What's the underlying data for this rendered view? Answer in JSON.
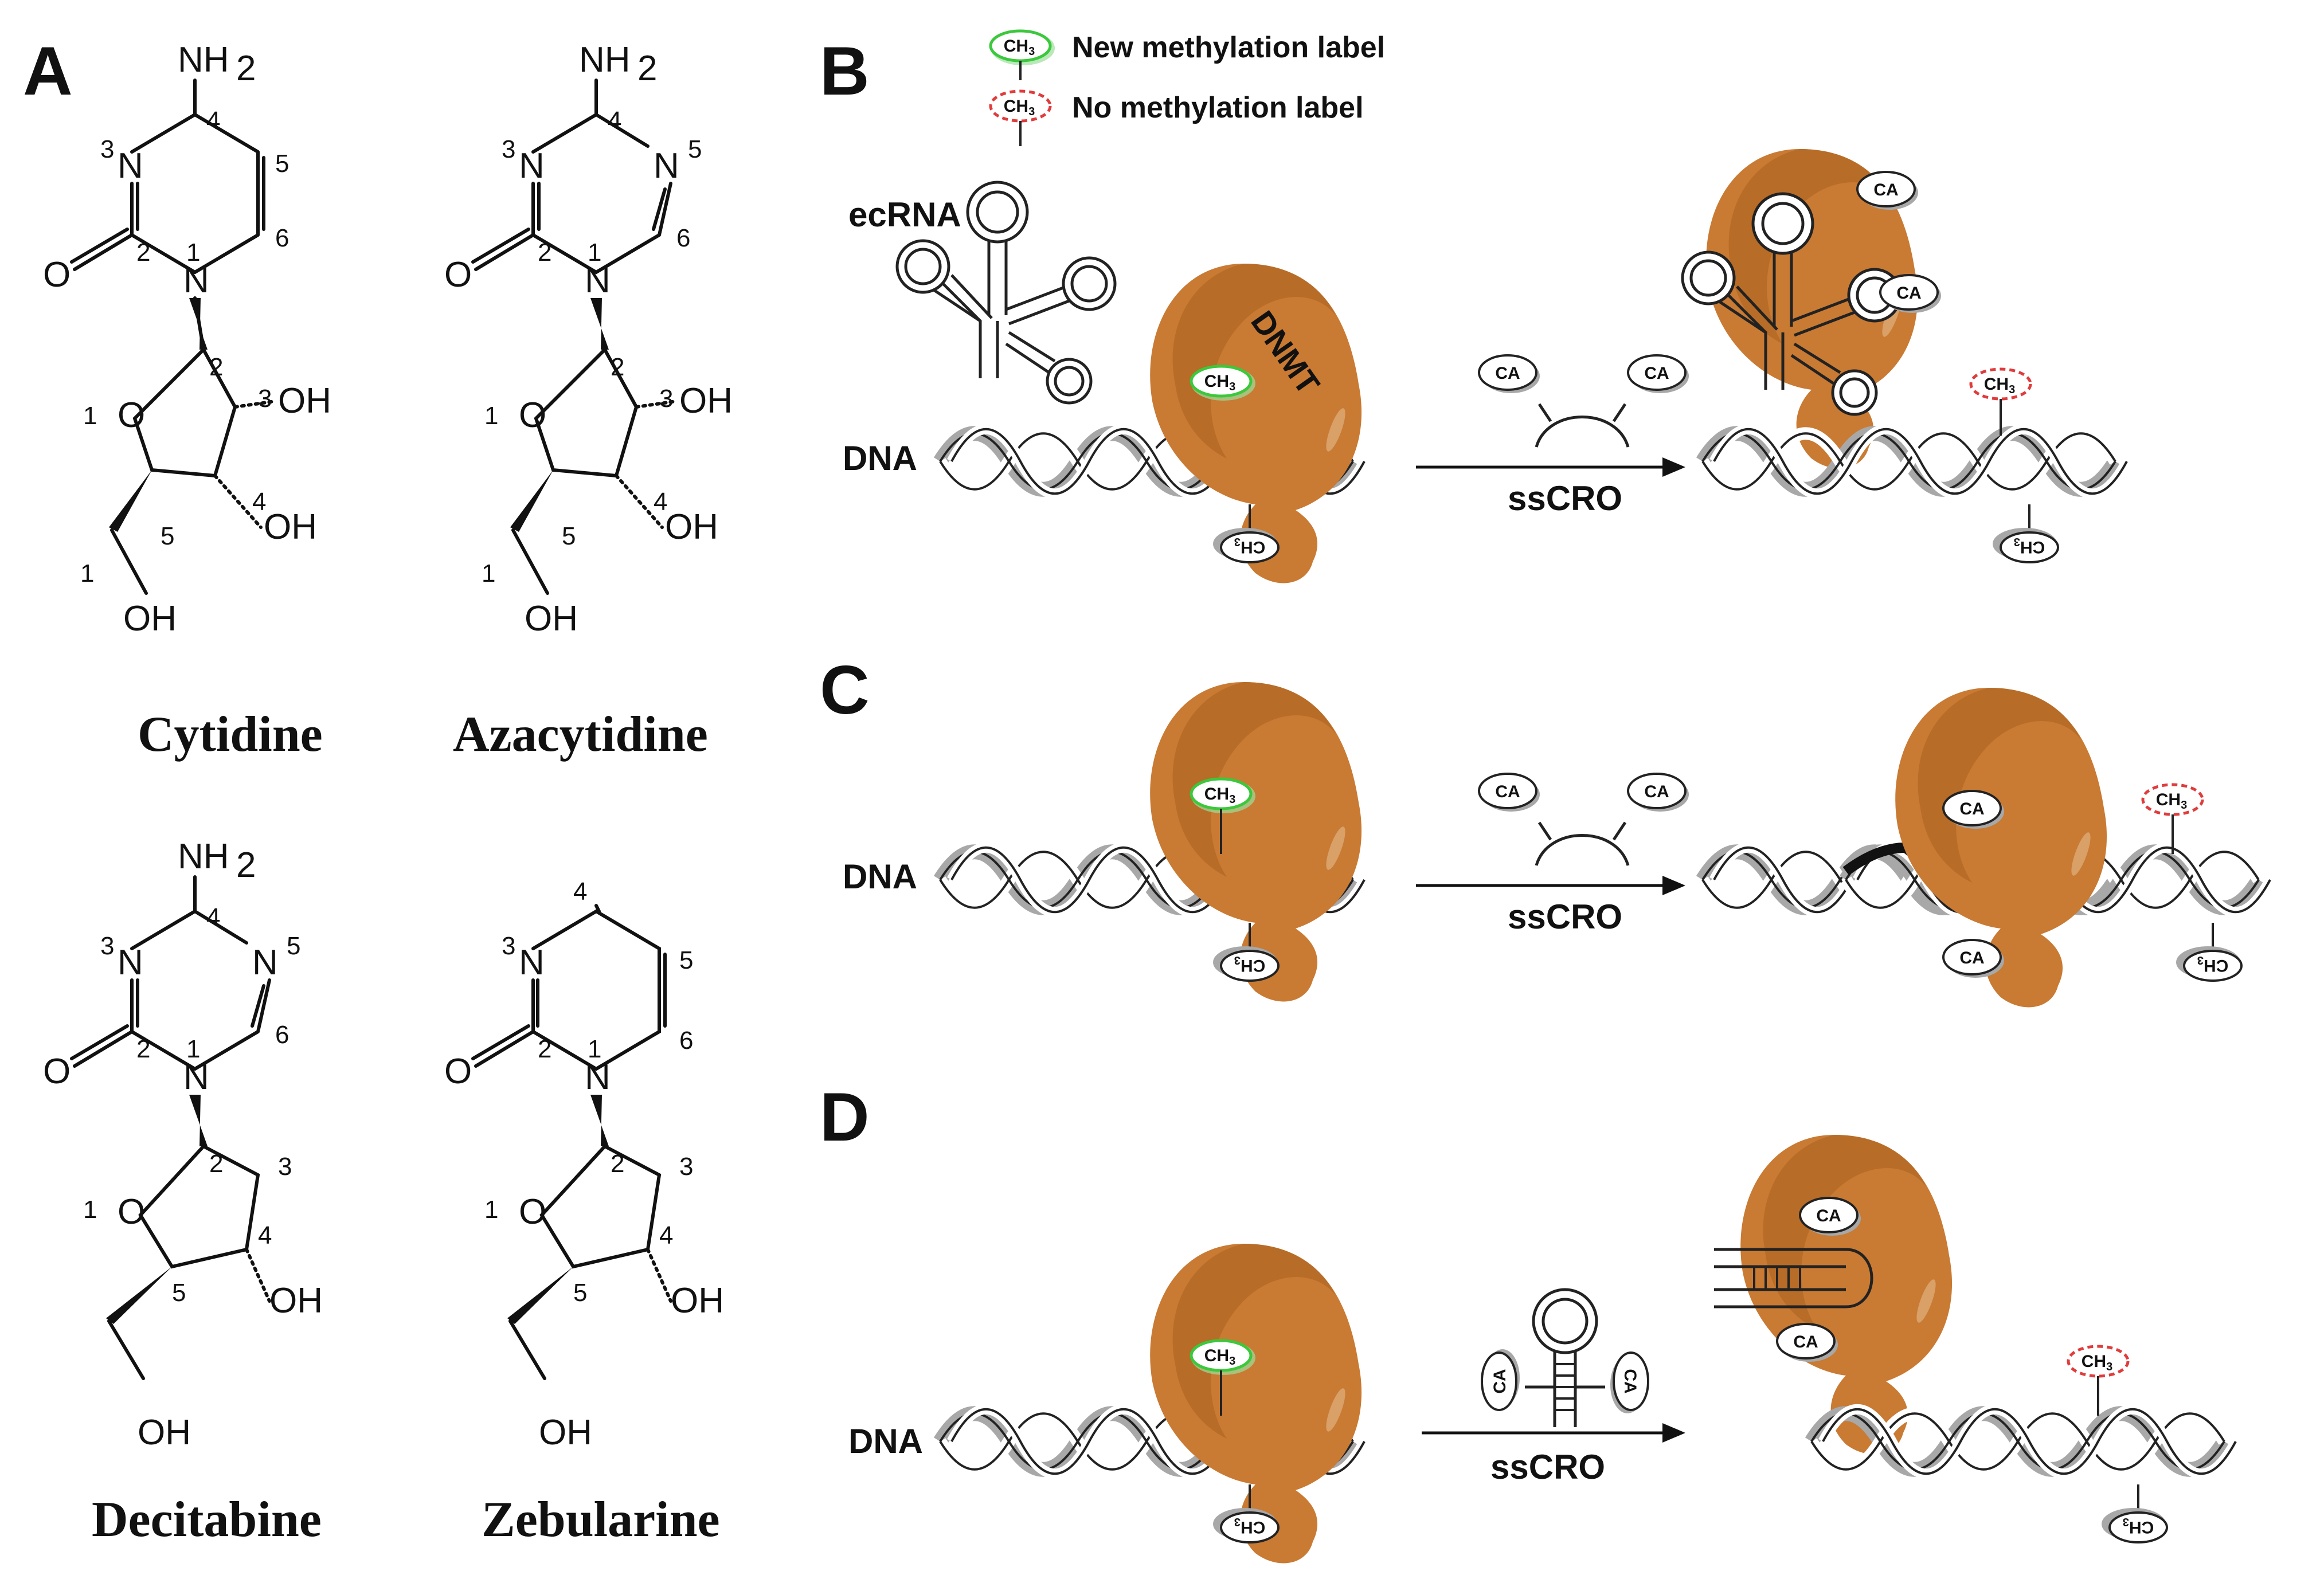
{
  "panels": {
    "a": "A",
    "b": "B",
    "c": "C",
    "d": "D"
  },
  "compounds": [
    {
      "name": "Cytidine"
    },
    {
      "name": "Azacytidine"
    },
    {
      "name": "Decitabine"
    },
    {
      "name": "Zebularine"
    }
  ],
  "atoms": {
    "nh2": "NH",
    "nh2_sub": "2",
    "n": "N",
    "o": "O",
    "oh": "OH"
  },
  "legend": {
    "new_label": "New methylation label",
    "no_label": "No methylation label",
    "ch3": "CH",
    "ch3_sub": "3"
  },
  "labels": {
    "ecrna": "ecRNA",
    "dna": "DNA",
    "dnmt": "DNMT",
    "sscro": "ssCRO",
    "ca": "CA"
  },
  "colors": {
    "dnmt": "#C97A33",
    "new_label": "#3CC83C",
    "no_label": "#E03C3C",
    "dna_shade": "#A8A8A8"
  }
}
